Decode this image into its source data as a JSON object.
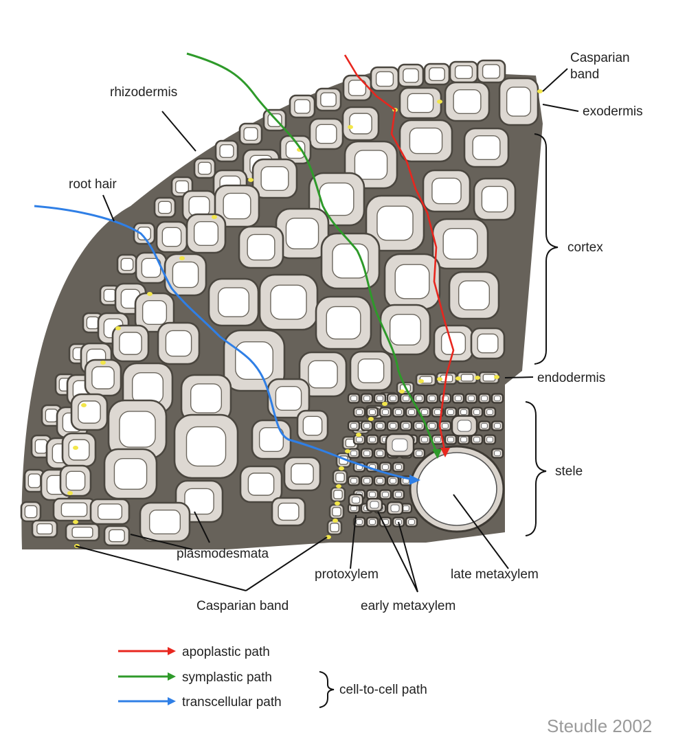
{
  "labels": {
    "casparian_band_top": "Casparian\nband",
    "exodermis": "exodermis",
    "rhizodermis": "rhizodermis",
    "root_hair": "root hair",
    "cortex": "cortex",
    "endodermis": "endodermis",
    "stele": "stele",
    "plasmodesmata": "plasmodesmata",
    "casparian_band_bottom": "Casparian band",
    "protoxylem": "protoxylem",
    "early_metaxylem": "early metaxylem",
    "late_metaxylem": "late metaxylem"
  },
  "legend": {
    "items": [
      {
        "label": "apoplastic path",
        "color": "#e8261e"
      },
      {
        "label": "symplastic path",
        "color": "#2e9a2a"
      },
      {
        "label": "transcellular path",
        "color": "#2f7fe6"
      }
    ],
    "group_label": "cell-to-cell path"
  },
  "credit": "Steudle 2002",
  "colors": {
    "cell_wall": "#ddd8d2",
    "cell_outline": "#4a463f",
    "casparian_band": "#f2e64a"
  }
}
